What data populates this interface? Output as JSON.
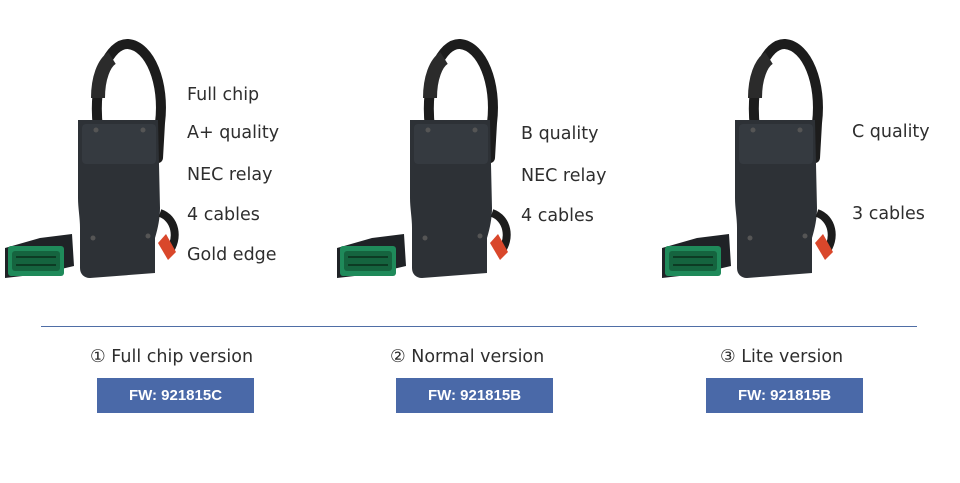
{
  "colors": {
    "badge": "#4a69a8",
    "divider": "#4f6ea6",
    "device_body": "#2a2e33",
    "connector": "#1f8a5a",
    "cable_sleeve": "#d9472b"
  },
  "columns": [
    {
      "features": [
        "Full chip",
        "A+ quality",
        "NEC relay",
        "4 cables",
        "Gold edge"
      ],
      "version_title": "① Full chip version",
      "firmware": "FW: 921815C"
    },
    {
      "features": [
        "B quality",
        "NEC relay",
        "4 cables"
      ],
      "version_title": "② Normal version",
      "firmware": "FW: 921815B"
    },
    {
      "features": [
        "C quality",
        "3 cables"
      ],
      "version_title": "③ Lite version",
      "firmware": "FW: 921815B"
    }
  ]
}
